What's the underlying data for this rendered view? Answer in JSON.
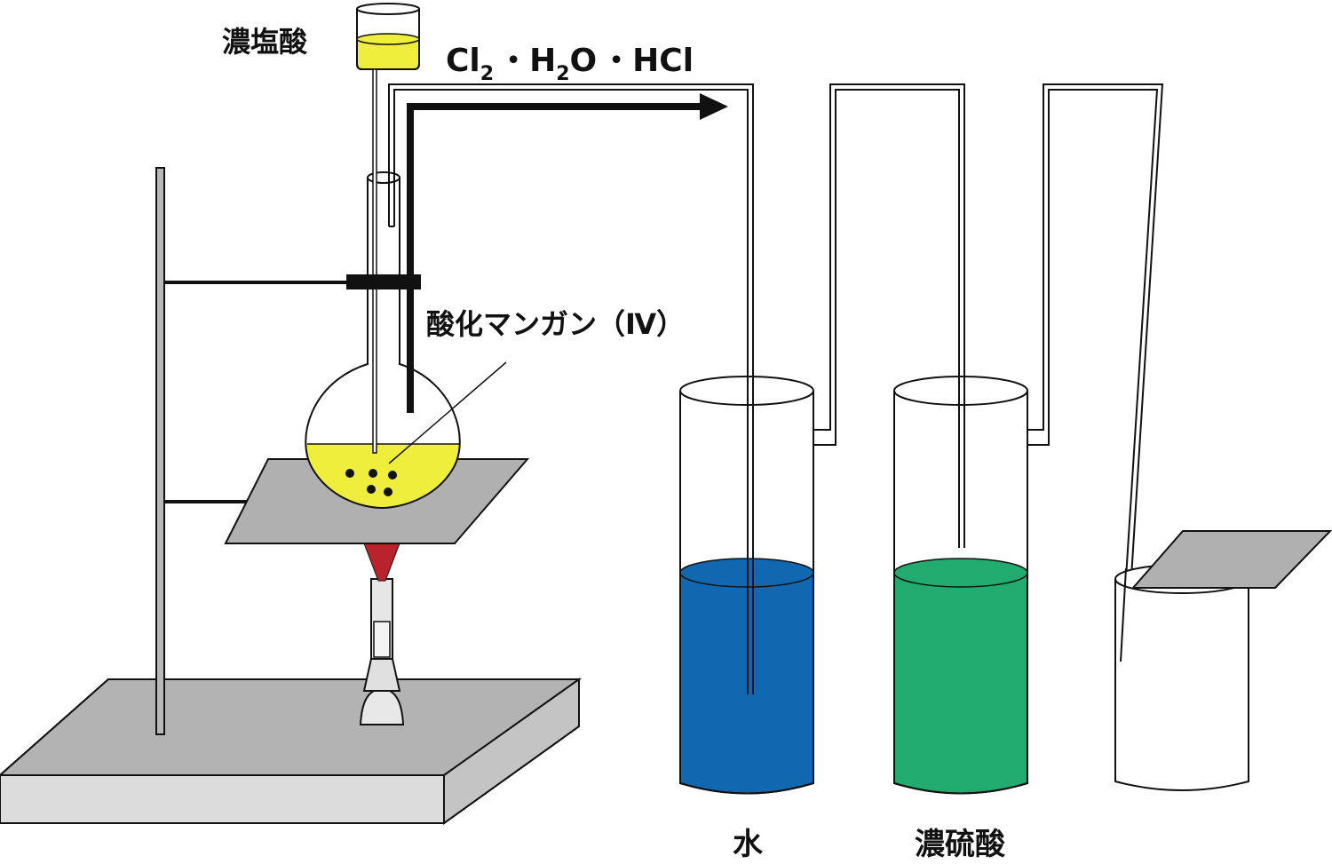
{
  "labels": {
    "conc_hcl": "濃塩酸",
    "gas_formula": {
      "cl": "Cl",
      "cl_sub": "2",
      "sep1": "・",
      "h": "H",
      "h_sub": "2",
      "o": "O",
      "sep2": "・",
      "hcl": "HCl"
    },
    "mno2": "酸化マンガン（Ⅳ）",
    "water": "水",
    "conc_h2so4": "濃硫酸"
  },
  "colors": {
    "hcl_liquid": "#f0ee3c",
    "flask_liquid": "#f0ee3c",
    "water": "#1268b0",
    "sulfuric_acid": "#22ab6e",
    "flame": "#b8232c",
    "gray_plate": "#b3b3b3",
    "gauze": "#b0b0b0"
  }
}
